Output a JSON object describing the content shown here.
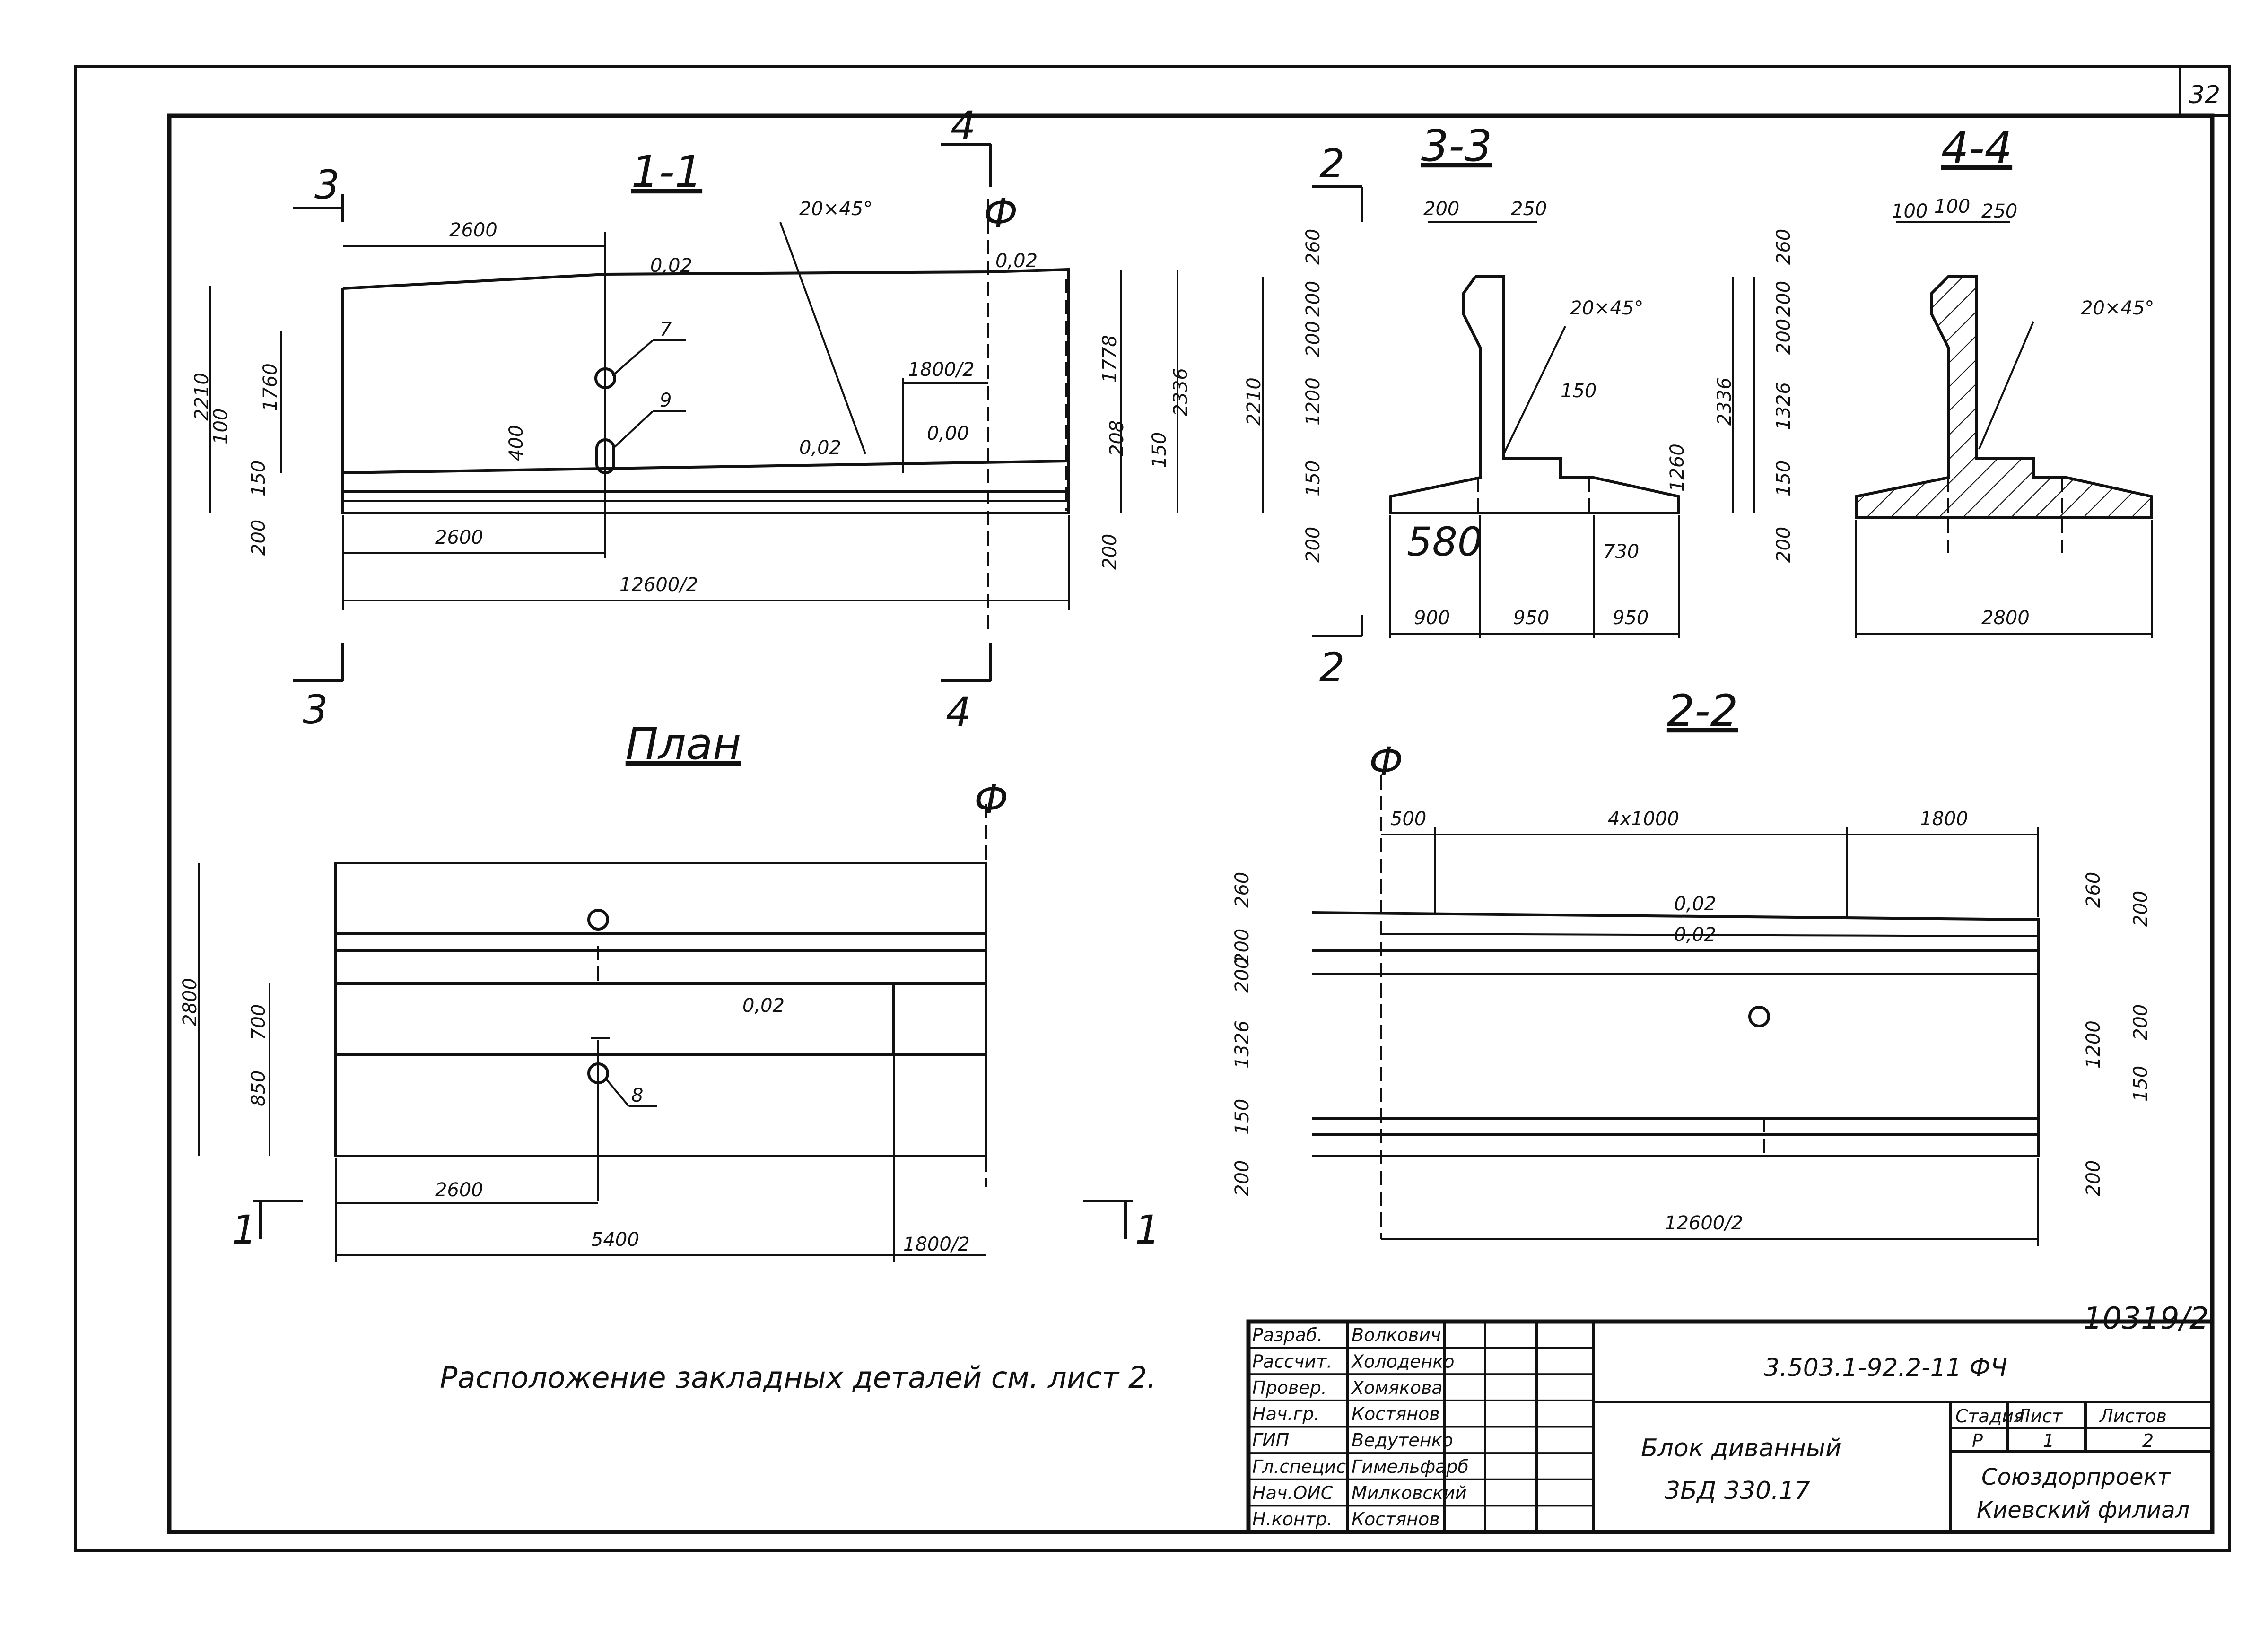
{
  "sheet_number": "32",
  "note": "Расположение закладных деталей см. лист 2.",
  "inventory_number": "10319/2",
  "section_1_1": {
    "title": "1-1",
    "cut_left": "3",
    "cut_right": "4",
    "axis": "Ф",
    "chamfer": "20×45°",
    "slope_a": "0,02",
    "slope_b": "0,02",
    "slope_c": "0,02",
    "slope_d": "0,00",
    "dims": {
      "d2600_top": "2600",
      "d1800_2": "1800/2",
      "d2210": "2210",
      "d100": "100",
      "d1760": "1760",
      "d150": "150",
      "d200": "200",
      "d1778": "1778",
      "d2336": "2336",
      "d208": "208",
      "d150r": "150",
      "d200r": "200",
      "d400": "400",
      "d2600_bot": "2600",
      "d12600_2": "12600/2"
    },
    "markers": {
      "m7": "7",
      "m9": "9"
    }
  },
  "section_3_3": {
    "title": "3-3",
    "cut": "2",
    "chamfer": "20×45°",
    "dims": {
      "d200": "200",
      "d250": "250",
      "d260": "260",
      "d200a": "200",
      "d200b": "200",
      "d2210": "2210",
      "d1200": "1200",
      "d150": "150",
      "d200c": "200",
      "d2336": "2336",
      "d1260": "1260",
      "d150b": "150",
      "d580": "580",
      "d730": "730",
      "d900": "900",
      "d950a": "950",
      "d950b": "950"
    }
  },
  "section_4_4": {
    "title": "4-4",
    "chamfer": "20×45°",
    "dims": {
      "d100a": "100",
      "d100b": "100",
      "d250": "250",
      "d260": "260",
      "d200a": "200",
      "d200b": "200",
      "d1326": "1326",
      "d150": "150",
      "d200c": "200",
      "d2800": "2800"
    }
  },
  "plan": {
    "title": "План",
    "axis": "Ф",
    "slope": "0,02",
    "cut": "1",
    "marker_8": "8",
    "dims": {
      "d2800": "2800",
      "d700": "700",
      "d850": "850",
      "d2600": "2600",
      "d5400": "5400",
      "d1800_2": "1800/2"
    }
  },
  "section_2_2": {
    "title": "2-2",
    "axis": "Ф",
    "slope_a": "0,02",
    "slope_b": "0,02",
    "dims": {
      "d500": "500",
      "d4x1000": "4x1000",
      "d1800": "1800",
      "d260": "260",
      "d200a": "200",
      "d200b": "200",
      "d1326": "1326",
      "d150": "150",
      "d200c": "200",
      "r260": "260",
      "r200": "200",
      "r200b": "200",
      "r1200": "1200",
      "r150": "150",
      "r200c": "200",
      "d12600_2": "12600/2"
    }
  },
  "title_block": {
    "rows": [
      {
        "role": "Разраб.",
        "name": "Волкович"
      },
      {
        "role": "Рассчит.",
        "name": "Холоденко"
      },
      {
        "role": "Провер.",
        "name": "Хомякова"
      },
      {
        "role": "Нач.гр.",
        "name": "Костянов"
      },
      {
        "role": "ГИП",
        "name": "Ведутенко"
      },
      {
        "role": "Гл.специс",
        "name": "Гимельфарб"
      },
      {
        "role": "Нач.ОИС",
        "name": "Милковский"
      },
      {
        "role": "Н.контр.",
        "name": "Костянов"
      }
    ],
    "code": "3.503.1-92.2-11  ФЧ",
    "product_name": "Блок диванный",
    "product_mark": "3БД 330.17",
    "stage_header": "Стадия",
    "sheet_header": "Лист",
    "sheets_header": "Листов",
    "stage": "Р",
    "sheet": "1",
    "sheets": "2",
    "org_line1": "Союздорпроект",
    "org_line2": "Киевский филиал"
  }
}
